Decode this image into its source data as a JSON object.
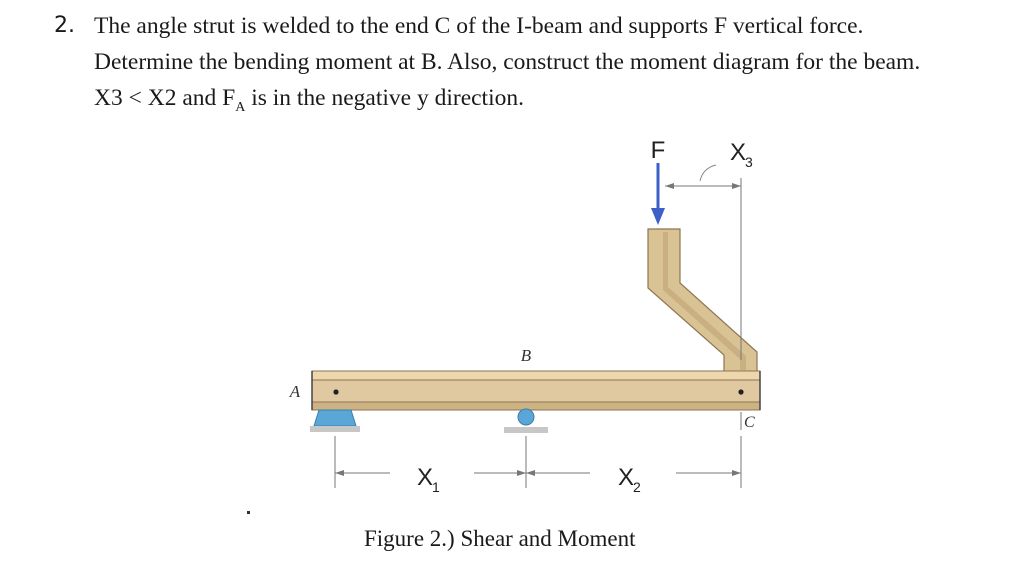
{
  "problem": {
    "number": "2.",
    "line1": "The angle strut is welded to the end C of the I-beam and supports F vertical force.",
    "line2": "Determine the bending moment at B. Also, construct the moment diagram for the beam.",
    "line3_pre": "X3 < X2 and F",
    "line3_sub": "A",
    "line3_post": " is in the negative y direction."
  },
  "figure": {
    "force_label": "F",
    "x3_label": "X",
    "x3_sub": "3",
    "point_a": "A",
    "point_b": "B",
    "point_c": "C",
    "x1_label": "X",
    "x1_sub": "1",
    "x2_label": "X",
    "x2_sub": "2",
    "colors": {
      "beam": "#e0c8a0",
      "strut": "#d9c294",
      "support": "#5aa6d6",
      "force_arrow": "#3c5fc8"
    }
  },
  "caption": "Figure 2.) Shear and Moment"
}
